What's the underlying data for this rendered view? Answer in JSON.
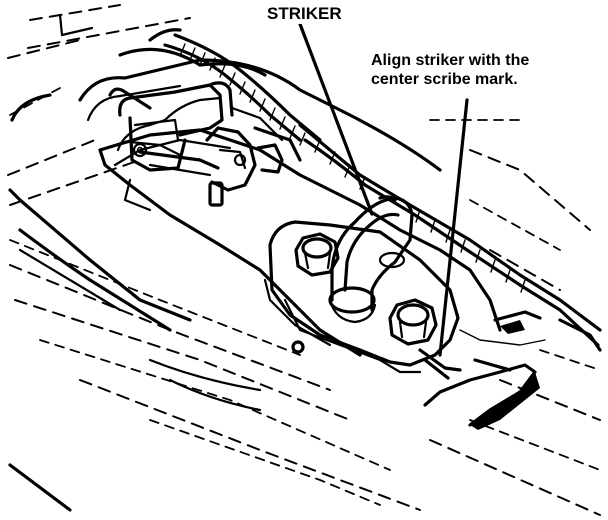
{
  "labels": {
    "striker": "STRIKER",
    "align_line1": "Align striker with the",
    "align_line2": "center scribe mark."
  },
  "colors": {
    "ink": "#000000",
    "paper": "#ffffff"
  }
}
